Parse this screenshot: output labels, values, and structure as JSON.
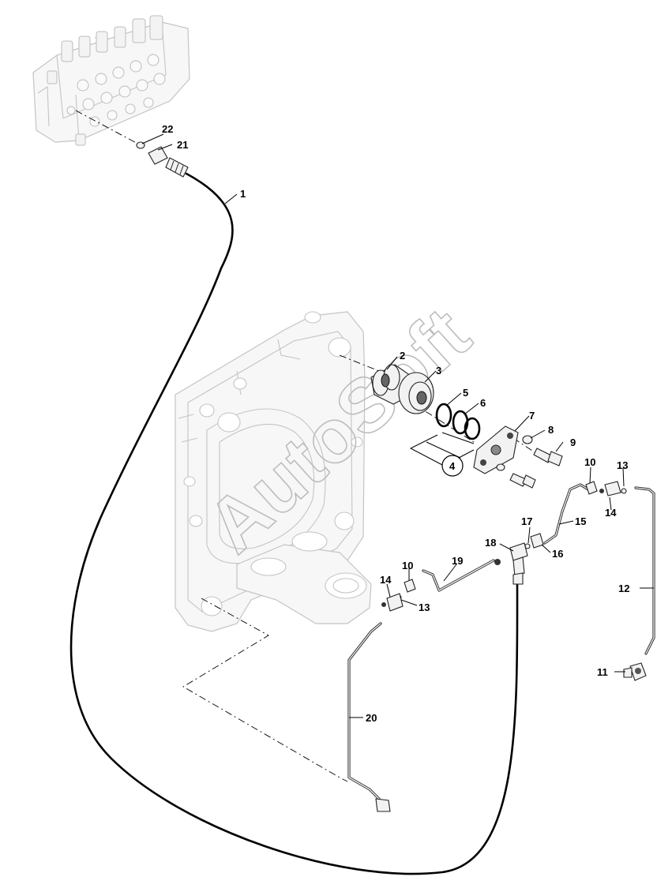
{
  "watermark": "AutoSoft",
  "callouts": {
    "c1": "1",
    "c2": "2",
    "c3": "3",
    "c4": "4",
    "c5": "5",
    "c6": "6",
    "c7": "7",
    "c8": "8",
    "c9": "9",
    "c10a": "10",
    "c10b": "10",
    "c11": "11",
    "c12": "12",
    "c13a": "13",
    "c13b": "13",
    "c14a": "14",
    "c14b": "14",
    "c15": "15",
    "c16": "16",
    "c17": "17",
    "c18": "18",
    "c19": "19",
    "c20": "20",
    "c21": "21",
    "c22": "22"
  }
}
